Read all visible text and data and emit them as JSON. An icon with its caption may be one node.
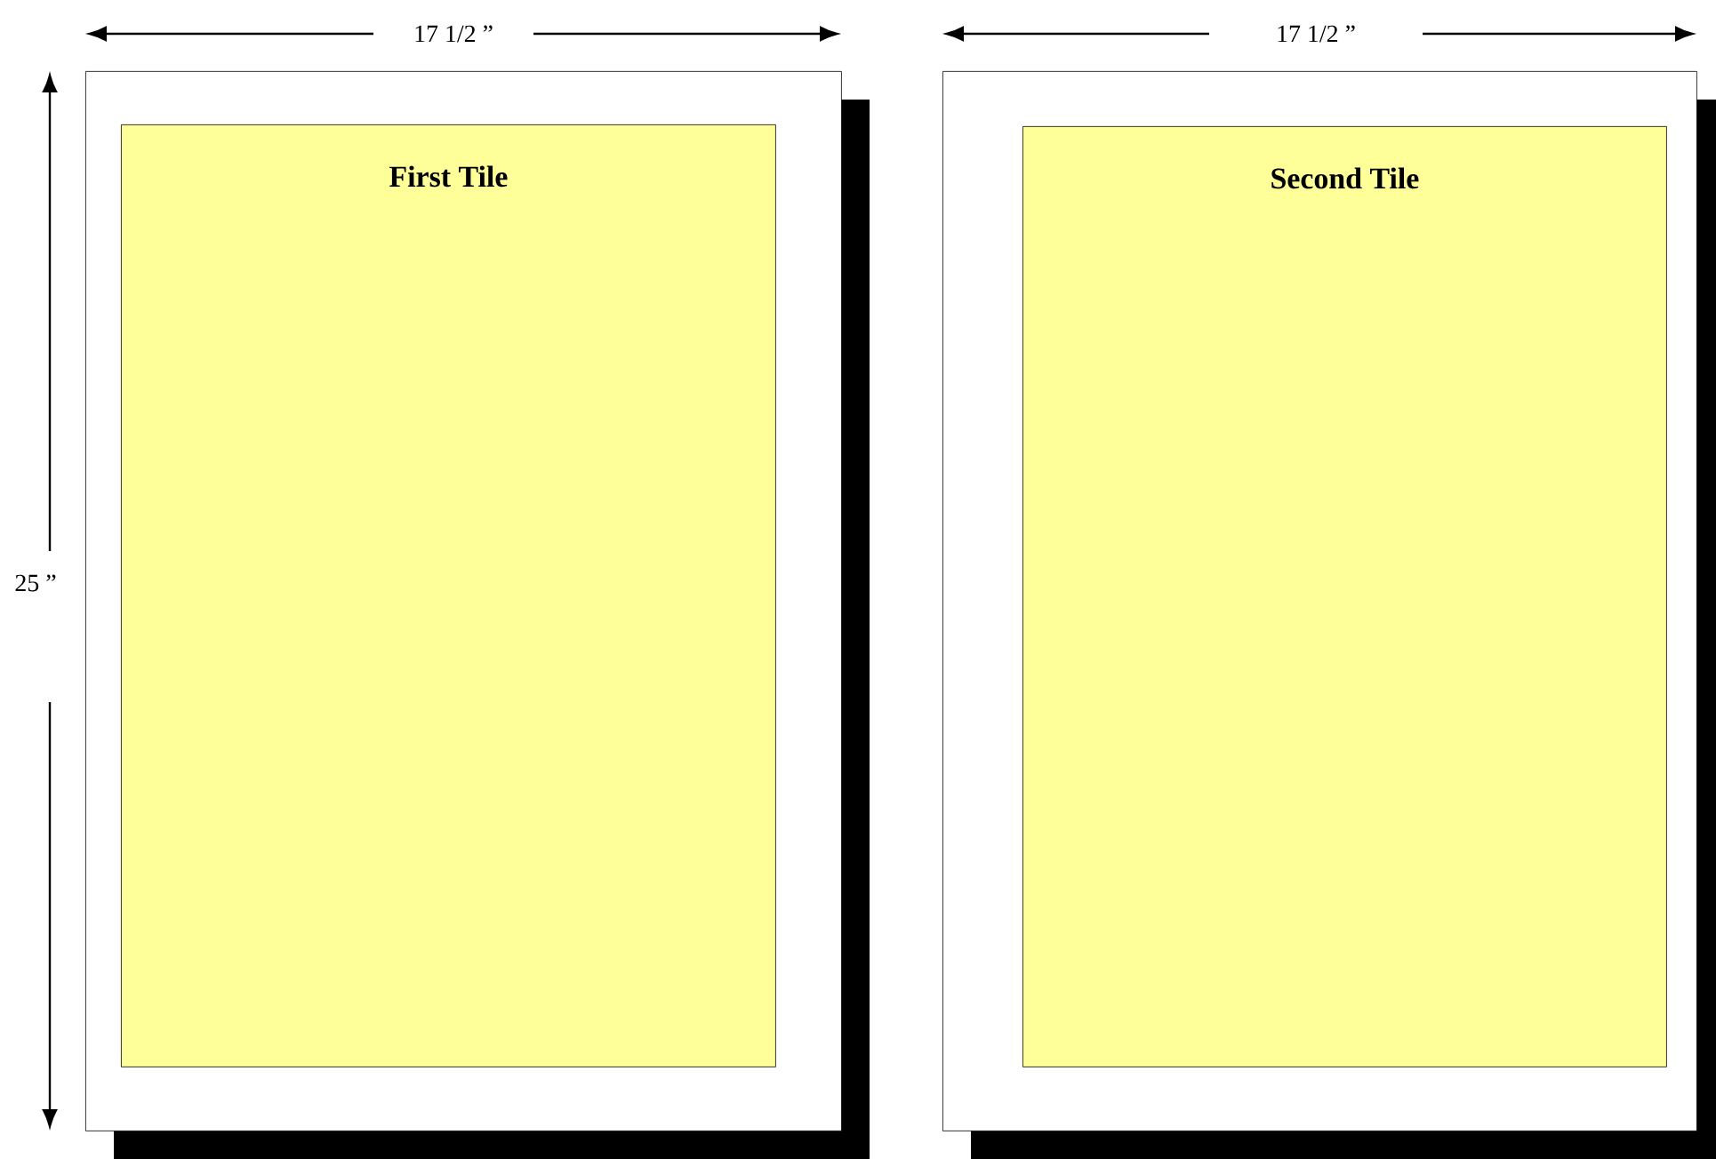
{
  "diagram": {
    "nodes": [
      {
        "text": [],
        "shape": "box"
      },
      {
        "text": [
          "First Tile"
        ],
        "in": 0
      },
      {
        "text": [],
        "shape": "box"
      },
      {
        "text": [
          "Second Tile"
        ],
        "in": 2
      }
    ],
    "labels": [
      "17 1/2 ”",
      "17 1/2 ”",
      "25 ”"
    ]
  }
}
